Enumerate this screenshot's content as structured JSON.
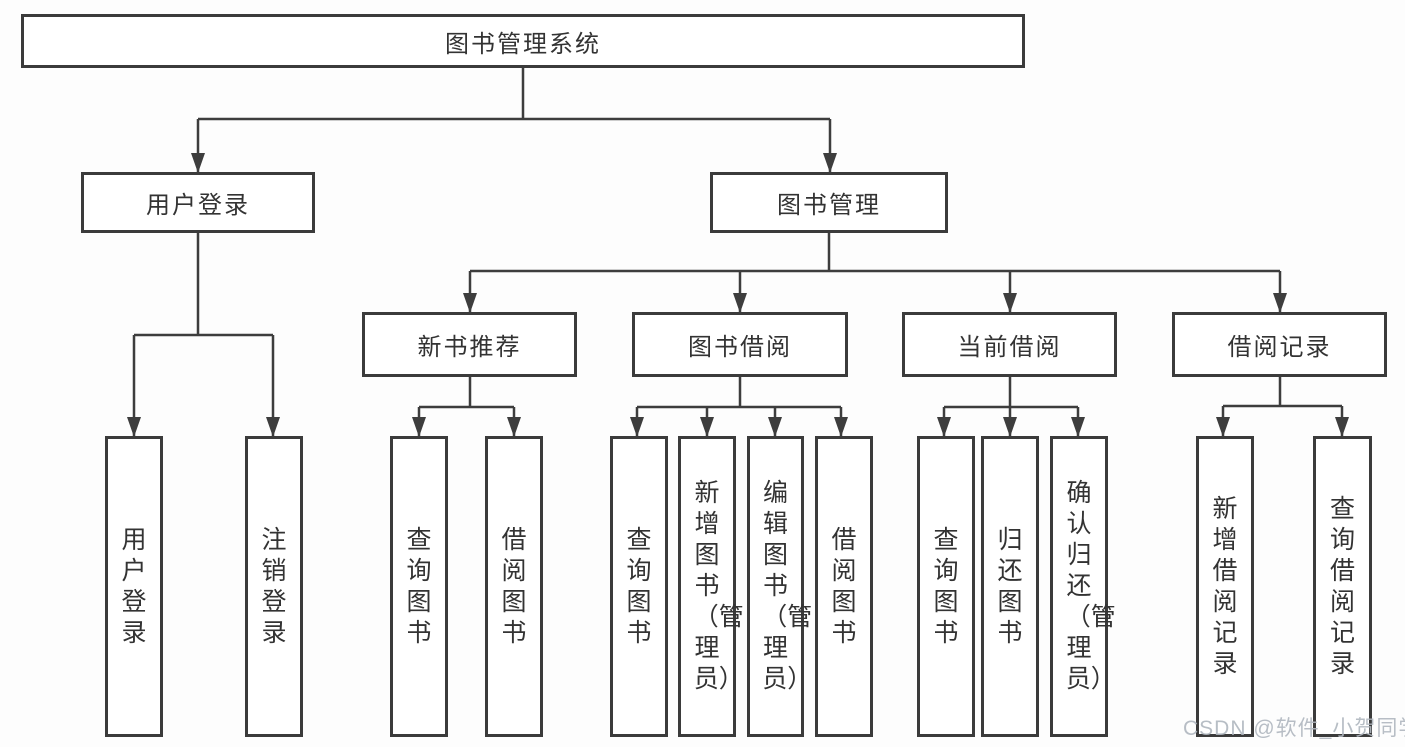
{
  "diagram": {
    "title": "图书管理系统",
    "type": "hierarchy",
    "colors": {
      "line": "#3d3d3d",
      "border": "#3b3b3b",
      "text": "#333333",
      "box_fill": "#ffffff",
      "background": "#fdfdfd",
      "watermark": "#b0b7bf"
    },
    "tree": {
      "root": {
        "label": "图书管理系统"
      },
      "branches": [
        {
          "label": "用户登录",
          "children": [
            {
              "label": "用户登录"
            },
            {
              "label": "注销登录"
            }
          ]
        },
        {
          "label": "图书管理",
          "children": [
            {
              "label": "新书推荐",
              "children": [
                {
                  "label": "查询图书"
                },
                {
                  "label": "借阅图书"
                }
              ]
            },
            {
              "label": "图书借阅",
              "children": [
                {
                  "label": "查询图书"
                },
                {
                  "label": "新增图书（管理员）"
                },
                {
                  "label": "编辑图书（管理员）"
                },
                {
                  "label": "借阅图书"
                }
              ]
            },
            {
              "label": "当前借阅",
              "children": [
                {
                  "label": "查询图书"
                },
                {
                  "label": "归还图书"
                },
                {
                  "label": "确认归还（管理员）"
                }
              ]
            },
            {
              "label": "借阅记录",
              "children": [
                {
                  "label": "新增借阅记录"
                },
                {
                  "label": "查询借阅记录"
                }
              ]
            }
          ]
        }
      ]
    },
    "watermark": {
      "text": "CSDN @软件_小贺同学"
    }
  }
}
